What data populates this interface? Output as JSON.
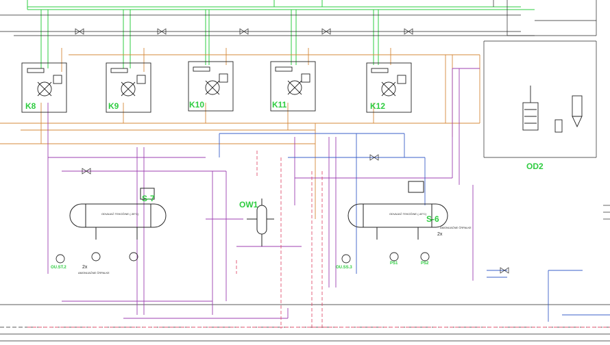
{
  "compressors": [
    {
      "id": "k8",
      "label": "K8"
    },
    {
      "id": "k9",
      "label": "K9"
    },
    {
      "id": "k10",
      "label": "K10"
    },
    {
      "id": "k11",
      "label": "K11"
    },
    {
      "id": "k12",
      "label": "K12"
    }
  ],
  "separators": [
    {
      "id": "s7",
      "label": "S-7",
      "subtitle": "ODVAJAČ TEKOČINE (-35°C)"
    },
    {
      "id": "s6",
      "label": "S-6",
      "subtitle": "ODVAJAČ TEKOČINE (-40°C)"
    }
  ],
  "oil_separator": {
    "label": "OW1"
  },
  "dryer": {
    "label": "OD2"
  },
  "pumps": [
    {
      "id": "ps1",
      "label": "PS1"
    },
    {
      "id": "ps2",
      "label": "PS2"
    }
  ],
  "pump_tags": [
    {
      "id": "oust2",
      "label": "OU.ST.2"
    },
    {
      "id": "ouss3",
      "label": "OU.SS.3"
    }
  ],
  "pump_notes": [
    {
      "id": "left-note",
      "label": "AMONIJAČNE ČRPALKE"
    },
    {
      "id": "right-note",
      "label": "AMONIJAČNE ČRPALKE"
    }
  ],
  "counts": {
    "pumps_left": "2x",
    "pumps_right": "2x"
  },
  "colors": {
    "green_line": "#2ecc40",
    "orange_line": "#d4883a",
    "purple_line": "#9c3fb0",
    "blue_line": "#3a5fc8",
    "red_dash": "#e0506e",
    "black_line": "#222222",
    "tag_text": "#2ecc40"
  }
}
